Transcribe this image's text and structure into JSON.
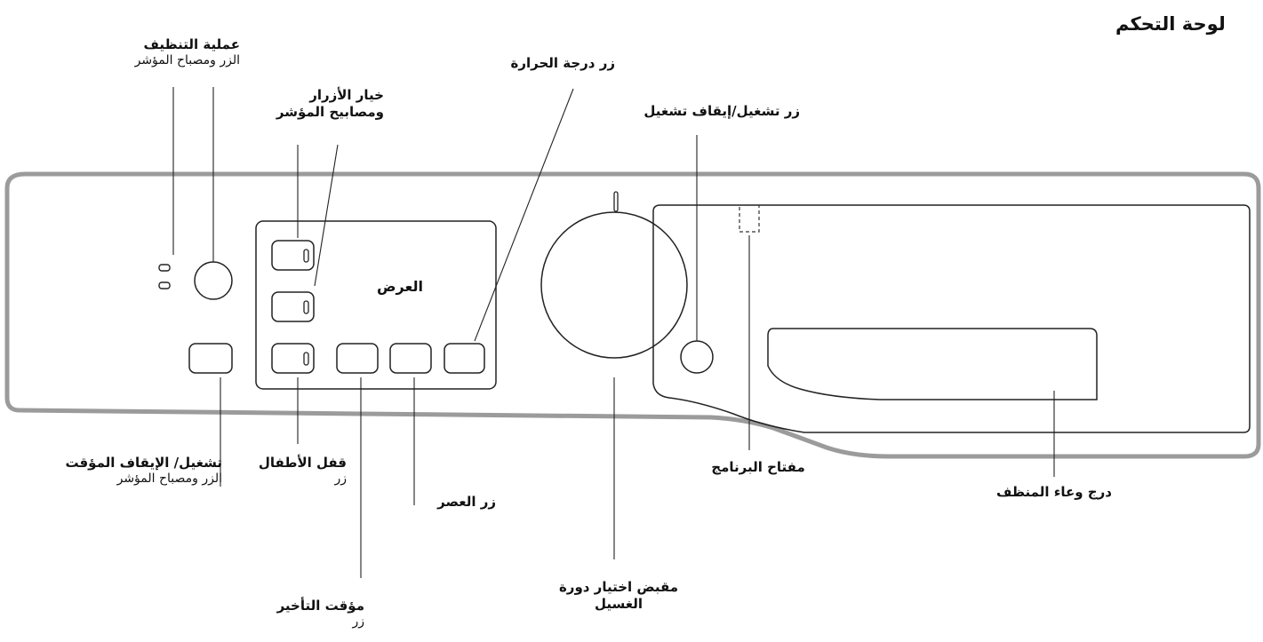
{
  "page_title": "لوحة التحكم",
  "display_label": "العرض",
  "callouts": {
    "cleaning": {
      "title": "عملية التنظيف",
      "sub": "الزر ومصباح المؤشر"
    },
    "options": {
      "line1": "خيار الأزرار",
      "line2": "ومصابيح المؤشر"
    },
    "temperature": {
      "title": "زر درجة الحرارة"
    },
    "power": {
      "title": "زر تشغيل/إيقاف تشغيل"
    },
    "start_pause": {
      "title": "تشغيل/ الإيقاف المؤقت",
      "sub": "الزر ومصباح المؤشر"
    },
    "child_lock": {
      "title": "قفل الأطفال",
      "sub": "زر"
    },
    "spin": {
      "title": "زر العصر"
    },
    "delay_timer": {
      "title": "مؤقت التأخير",
      "sub": "زر"
    },
    "program_knob": {
      "line1": "مقبض اختيار دورة",
      "line2": "الغسيل"
    },
    "program_key": {
      "title": "مفتاح البرنامج"
    },
    "detergent_drawer": {
      "title": "درج وعاء المنظف"
    }
  }
}
